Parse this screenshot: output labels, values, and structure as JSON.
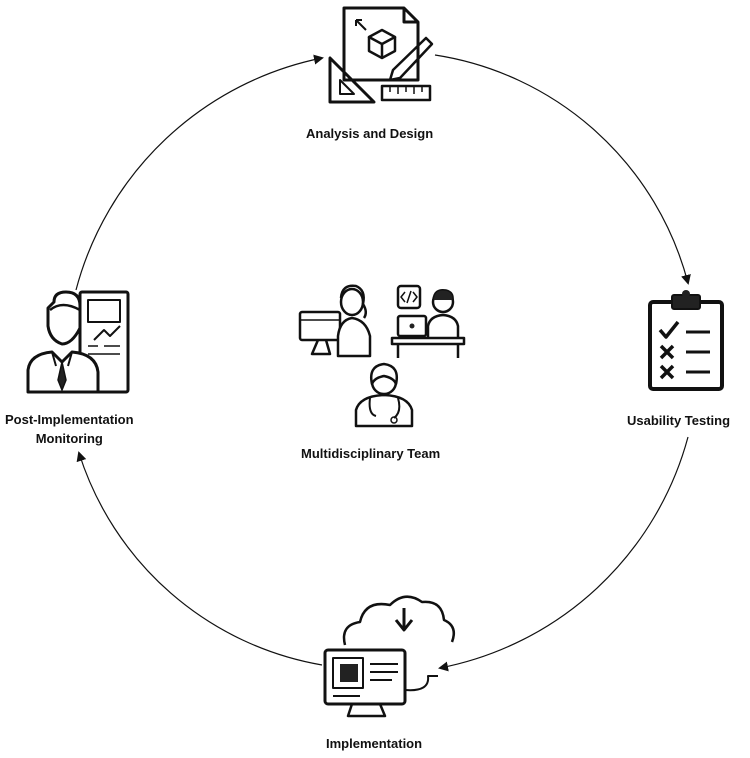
{
  "diagram": {
    "center": {
      "label": "Multidisciplinary Team",
      "icon": "team-icon"
    },
    "stages": [
      {
        "id": "analysis-design",
        "label": "Analysis and Design",
        "icon": "blueprint-design-icon"
      },
      {
        "id": "usability-testing",
        "label": "Usability Testing",
        "icon": "clipboard-checklist-icon"
      },
      {
        "id": "implementation",
        "label": "Implementation",
        "icon": "cloud-computer-icon"
      },
      {
        "id": "post-implementation",
        "label_line1": "Post-Implementation",
        "label_line2": "Monitoring",
        "icon": "monitoring-person-icon"
      }
    ],
    "cycle_direction": "clockwise",
    "colors": {
      "stroke": "#111111",
      "background": "#ffffff",
      "accent_fill": "#222222"
    }
  }
}
